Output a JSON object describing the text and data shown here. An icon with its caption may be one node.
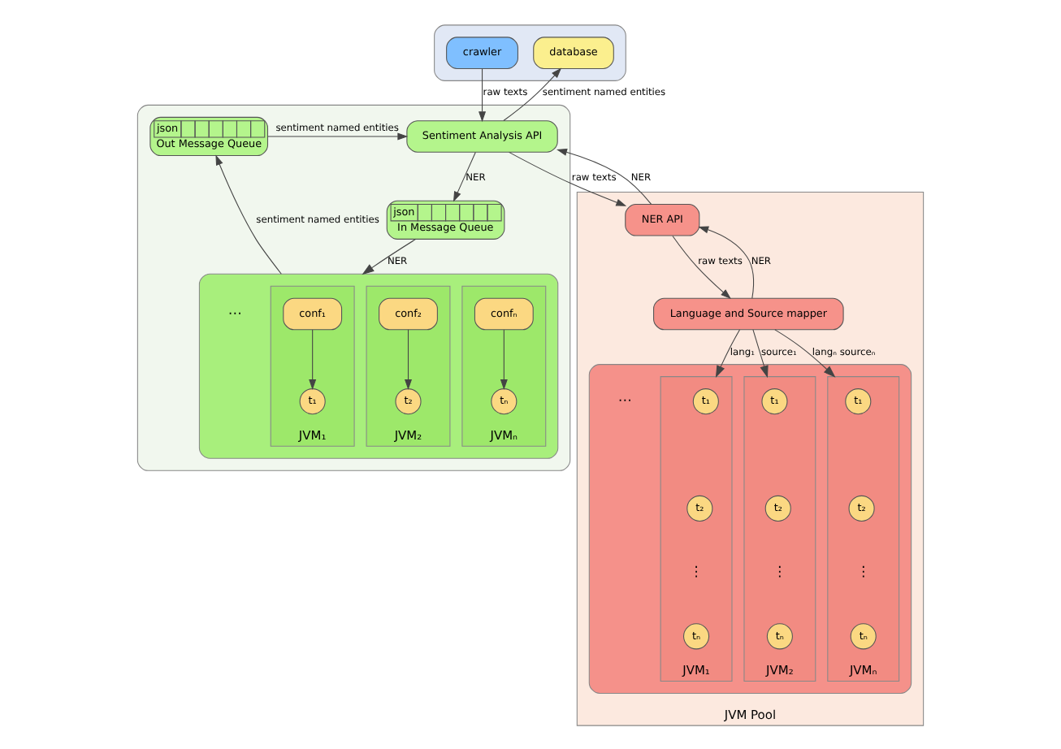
{
  "diagram": {
    "nodes": [
      {
        "text": [],
        "shape": "box"
      },
      {
        "text": [
          "crawler"
        ],
        "in": 0
      },
      {
        "text": [
          "database"
        ],
        "in": 0
      },
      {
        "text": [],
        "shape": "box"
      },
      {
        "text": [
          "Sentiment Analysis API"
        ],
        "in": 3
      },
      {
        "text": [
          "json",
          "In Message Queue"
        ],
        "in": 3
      },
      {
        "text": [
          "json",
          "Out Message Queue"
        ],
        "in": 3
      },
      {
        "text": [],
        "shape": "box",
        "in": 3
      },
      {
        "text": [
          "JVM₁"
        ],
        "in": 7
      },
      {
        "text": [
          "conf₁"
        ],
        "in": 8
      },
      {
        "text": [
          "t₁"
        ],
        "in": 8
      },
      {
        "text": [
          "JVM₂"
        ],
        "in": 7
      },
      {
        "text": [
          "conf₂"
        ],
        "in": 11
      },
      {
        "text": [
          "t₂"
        ],
        "in": 11
      },
      {
        "text": [
          "JVMₙ"
        ],
        "in": 7
      },
      {
        "text": [
          "confₙ"
        ],
        "in": 14
      },
      {
        "text": [
          "tₙ"
        ],
        "in": 14
      },
      {
        "text": [
          "JVM Pool"
        ]
      },
      {
        "text": [
          "NER API"
        ],
        "in": 17
      },
      {
        "text": [
          "Language and Source mapper"
        ],
        "in": 17
      },
      {
        "text": [],
        "shape": "box",
        "in": 17
      },
      {
        "text": [
          "JVM₁"
        ],
        "in": 20
      },
      {
        "text": [
          "t₁"
        ],
        "in": 21
      },
      {
        "text": [
          "t₂"
        ],
        "in": 21
      },
      {
        "text": [
          "tₙ"
        ],
        "in": 21
      },
      {
        "text": [
          "JVM₂"
        ],
        "in": 20
      },
      {
        "text": [
          "t₁"
        ],
        "in": 25
      },
      {
        "text": [
          "t₂"
        ],
        "in": 25
      },
      {
        "text": [
          "tₙ"
        ],
        "in": 25
      },
      {
        "text": [
          "JVMₙ"
        ],
        "in": 20
      },
      {
        "text": [
          "t₁"
        ],
        "in": 29
      },
      {
        "text": [
          "t₂"
        ],
        "in": 29
      },
      {
        "text": [
          "tₙ"
        ],
        "in": 29
      }
    ],
    "edges": [
      {
        "from": 1,
        "to": 4,
        "arrow": "to",
        "label": "raw texts"
      },
      {
        "from": 4,
        "to": 2,
        "arrow": "to",
        "label": "sentiment named entities"
      },
      {
        "from": 4,
        "to": 18,
        "arrow": "to",
        "label": "raw texts"
      },
      {
        "from": 18,
        "to": 4,
        "arrow": "to",
        "label": "NER"
      },
      {
        "from": 19,
        "to": 18,
        "arrow": "to",
        "label": "NER"
      },
      {
        "from": 18,
        "to": 19,
        "arrow": "to",
        "label": "raw texts"
      },
      {
        "from": 19,
        "to": 21,
        "arrow": "to",
        "label": "lang₁"
      },
      {
        "from": 19,
        "to": 25,
        "arrow": "to",
        "label": "source₁"
      },
      {
        "from": 19,
        "to": 29,
        "arrow": "to",
        "label": "langₙ sourceₙ"
      },
      {
        "from": 4,
        "to": 5,
        "arrow": "to",
        "label": "NER"
      },
      {
        "from": 6,
        "to": 4,
        "arrow": "to",
        "label": "sentiment named entities"
      },
      {
        "from": 5,
        "to": 7,
        "arrow": "to",
        "label": "NER"
      },
      {
        "from": 7,
        "to": 6,
        "arrow": "to",
        "label": "sentiment named entities"
      },
      {
        "from": 9,
        "to": 10,
        "arrow": "to"
      },
      {
        "from": 12,
        "to": 13,
        "arrow": "to"
      },
      {
        "from": 15,
        "to": 16,
        "arrow": "to"
      }
    ],
    "labels": [
      "⋮",
      "⋮",
      "⋯",
      "⋮",
      "⋯"
    ]
  }
}
